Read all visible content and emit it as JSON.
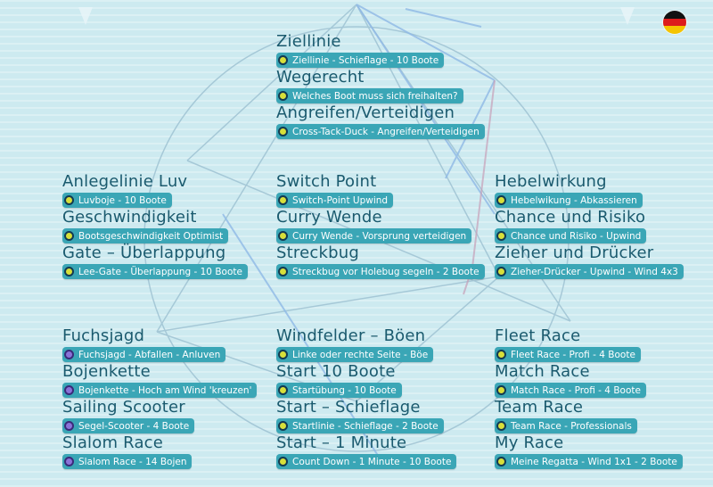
{
  "app": {
    "language_flag": "germany-flag"
  },
  "colors": {
    "title": "#1a5a6e",
    "pill": "#3aa6b6",
    "dot_yellow": "#d7df3a",
    "dot_purple": "#8a73d8",
    "background": "#cdeaf0"
  },
  "columns": {
    "center_top": [
      {
        "title": "Ziellinie",
        "pill": "Ziellinie - Schieflage - 10 Boote",
        "dot": "yellow"
      },
      {
        "title": "Wegerecht",
        "pill": "Welches Boot muss sich freihalten?",
        "dot": "yellow"
      },
      {
        "title": "Angreifen/Verteidigen",
        "pill": "Cross-Tack-Duck - Angreifen/Verteidigen",
        "dot": "yellow"
      }
    ],
    "left_mid": [
      {
        "title": "Anlegelinie Luv",
        "pill": "Luvboje - 10 Boote",
        "dot": "yellow"
      },
      {
        "title": "Geschwindigkeit",
        "pill": "Bootsgeschwindigkeit Optimist",
        "dot": "yellow"
      },
      {
        "title": "Gate – Überlappung",
        "pill": "Lee-Gate - Überlappung - 10 Boote",
        "dot": "yellow"
      }
    ],
    "center_mid": [
      {
        "title": "Switch Point",
        "pill": "Switch-Point Upwind",
        "dot": "yellow"
      },
      {
        "title": "Curry Wende",
        "pill": "Curry Wende - Vorsprung verteidigen",
        "dot": "yellow"
      },
      {
        "title": "Streckbug",
        "pill": "Streckbug vor Holebug segeln - 2 Boote",
        "dot": "yellow"
      }
    ],
    "right_mid": [
      {
        "title": "Hebelwirkung",
        "pill": "Hebelwikung - Abkassieren",
        "dot": "yellow"
      },
      {
        "title": "Chance und Risiko",
        "pill": "Chance und Risiko - Upwind",
        "dot": "yellow"
      },
      {
        "title": "Zieher und Drücker",
        "pill": "Zieher-Drücker - Upwind - Wind 4x3",
        "dot": "yellow"
      }
    ],
    "left_bottom": [
      {
        "title": "Fuchsjagd",
        "pill": "Fuchsjagd - Abfallen - Anluven",
        "dot": "purple"
      },
      {
        "title": "Bojenkette",
        "pill": "Bojenkette - Hoch am Wind 'kreuzen'",
        "dot": "purple"
      },
      {
        "title": "Sailing Scooter",
        "pill": "Segel-Scooter - 4 Boote",
        "dot": "purple"
      },
      {
        "title": "Slalom Race",
        "pill": "Slalom Race - 14 Bojen",
        "dot": "purple"
      }
    ],
    "center_bottom": [
      {
        "title": "Windfelder – Böen",
        "pill": "Linke oder rechte Seite - Böe",
        "dot": "yellow"
      },
      {
        "title": "Start 10 Boote",
        "pill": "Startübung - 10 Boote",
        "dot": "yellow"
      },
      {
        "title": "Start – Schieflage",
        "pill": "Startlinie - Schieflage - 2 Boote",
        "dot": "yellow"
      },
      {
        "title": "Start – 1 Minute",
        "pill": "Count Down - 1 Minute - 10 Boote",
        "dot": "yellow"
      }
    ],
    "right_bottom": [
      {
        "title": "Fleet Race",
        "pill": "Fleet Race - Profi - 4 Boote",
        "dot": "yellow"
      },
      {
        "title": "Match Race",
        "pill": "Match Race - Profi - 4 Boote",
        "dot": "yellow"
      },
      {
        "title": "Team Race",
        "pill": "Team Race - Professionals",
        "dot": "yellow"
      },
      {
        "title": "My Race",
        "pill": "Meine Regatta - Wind 1x1 - 2 Boote",
        "dot": "yellow"
      }
    ]
  }
}
